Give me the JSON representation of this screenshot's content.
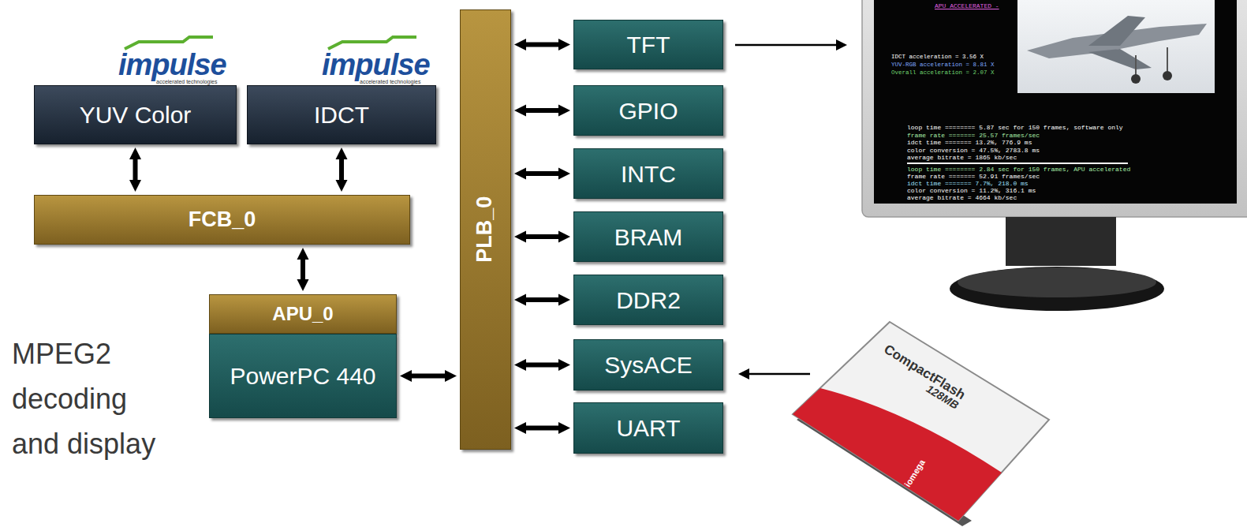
{
  "diagram": {
    "nodes": [
      {
        "text": [
          "YUV Color"
        ]
      },
      {
        "text": [
          "IDCT"
        ]
      },
      {
        "text": [
          "FCB_0"
        ]
      },
      {
        "text": [
          "APU_0"
        ]
      },
      {
        "text": [
          "PowerPC 440"
        ]
      },
      {
        "text": [
          "PLB_0"
        ]
      },
      {
        "text": [
          "TFT"
        ]
      },
      {
        "text": [
          "GPIO"
        ]
      },
      {
        "text": [
          "INTC"
        ]
      },
      {
        "text": [
          "BRAM"
        ]
      },
      {
        "text": [
          "DDR2"
        ]
      },
      {
        "text": [
          "SysACE"
        ]
      },
      {
        "text": [
          "UART"
        ]
      }
    ],
    "edges": [
      {
        "from": 0,
        "to": 2,
        "arrow": "both"
      },
      {
        "from": 1,
        "to": 2,
        "arrow": "both"
      },
      {
        "from": 2,
        "to": 3,
        "arrow": "both"
      },
      {
        "from": 4,
        "to": 5,
        "arrow": "both"
      },
      {
        "from": 5,
        "to": 6,
        "arrow": "both"
      },
      {
        "from": 5,
        "to": 7,
        "arrow": "both"
      },
      {
        "from": 5,
        "to": 8,
        "arrow": "both"
      },
      {
        "from": 5,
        "to": 9,
        "arrow": "both"
      },
      {
        "from": 5,
        "to": 10,
        "arrow": "both"
      },
      {
        "from": 5,
        "to": 11,
        "arrow": "both"
      },
      {
        "from": 5,
        "to": 12,
        "arrow": "both"
      }
    ],
    "labels": [
      "impulse",
      "accelerated technologies",
      "impulse",
      "accelerated technologies",
      "MPEG2 decoding and display",
      "APU ACCELERATED -",
      "IDCT acceleration = 3.56 X",
      "YUV-RGB acceleration = 8.81 X",
      "Overall acceleration = 2.07 X",
      "loop time ======== 5.87 sec for 150 frames, software only",
      "frame rate ======= 25.57 frames/sec",
      "idct time ======= 13.2%, 776.9 ms",
      "color conversion = 47.5%, 2783.8 ms",
      "average bitrate = 1865 kb/sec",
      "loop time ======== 2.84 sec for 150 frames, APU accelerated",
      "frame rate ======= 52.91 frames/sec",
      "idct time ======= 7.7%, 218.0 ms",
      "color conversion = 11.2%, 316.1 ms",
      "average bitrate = 4664 kb/sec",
      "CompactFlash",
      "128MB",
      "iomega"
    ]
  }
}
